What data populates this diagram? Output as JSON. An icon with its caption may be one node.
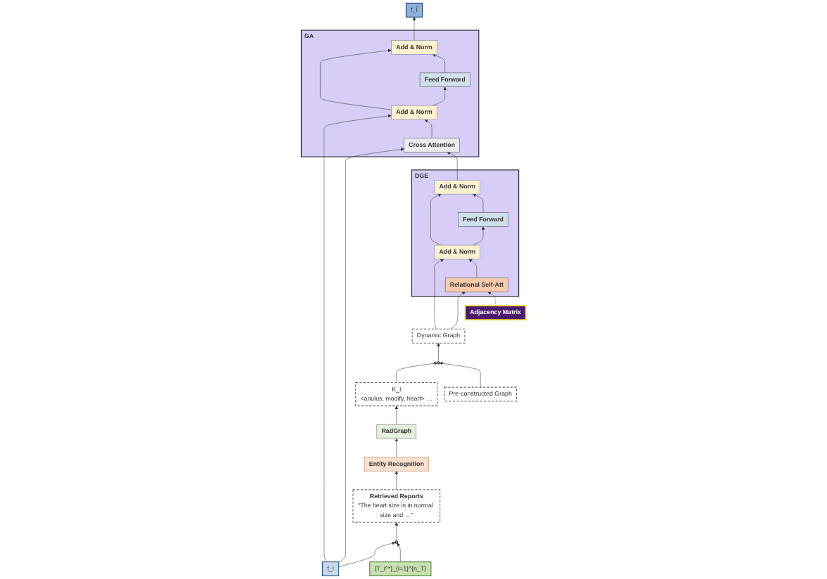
{
  "diagram": {
    "nodes": [
      {
        "text": [
          "f_Î"
        ]
      },
      {
        "text": [
          "GA"
        ]
      },
      {
        "text": [
          "Add & Norm"
        ],
        "in": 1
      },
      {
        "text": [
          "Feed Forward"
        ],
        "in": 1
      },
      {
        "text": [
          "Add & Norm"
        ],
        "in": 1
      },
      {
        "text": [
          "Cross Attention"
        ],
        "in": 1
      },
      {
        "text": [
          "DGE"
        ]
      },
      {
        "text": [
          "Add & Norm"
        ],
        "in": 6
      },
      {
        "text": [
          "Feed Forward"
        ],
        "in": 6
      },
      {
        "text": [
          "Add & Norm"
        ],
        "in": 6
      },
      {
        "text": [
          "Relational Self-Att"
        ],
        "in": 6
      },
      {
        "text": [
          "Adjacency Matrix"
        ]
      },
      {
        "text": [
          "Dynamic Graph"
        ]
      },
      {
        "text": [],
        "shape": "circle"
      },
      {
        "text": [
          "K_I",
          "<anulus, modify, heart> …"
        ]
      },
      {
        "text": [
          "f_I"
        ]
      },
      {
        "text": [
          "{T_i^*}_{i=1}^{n_T}"
        ]
      },
      {
        "text": [],
        "shape": "circle"
      },
      {
        "text": [
          "Pre-constructed Graph"
        ]
      },
      {
        "text": [
          "RadGraph"
        ]
      },
      {
        "text": [
          "Retrieved Reports",
          "“The heart size is in normal size and …”"
        ]
      },
      {
        "text": [
          "Entity Recognition"
        ]
      }
    ],
    "edges": [
      {
        "from": 15,
        "to": 5,
        "arrow": "to"
      },
      {
        "from": 15,
        "to": 4,
        "arrow": "to"
      },
      {
        "from": 7,
        "to": 5,
        "arrow": "to"
      },
      {
        "from": 5,
        "to": 4,
        "arrow": "to"
      },
      {
        "from": 4,
        "to": 3,
        "arrow": "to"
      },
      {
        "from": 4,
        "to": 2,
        "arrow": "to"
      },
      {
        "from": 3,
        "to": 2,
        "arrow": "to"
      },
      {
        "from": 2,
        "to": 0,
        "arrow": "to"
      },
      {
        "from": 12,
        "to": 10,
        "arrow": "to"
      },
      {
        "from": 12,
        "to": 9,
        "arrow": "to"
      },
      {
        "from": 10,
        "to": 9,
        "arrow": "to"
      },
      {
        "from": 9,
        "to": 8,
        "arrow": "to"
      },
      {
        "from": 9,
        "to": 7,
        "arrow": "to"
      },
      {
        "from": 8,
        "to": 7,
        "arrow": "to"
      },
      {
        "from": 11,
        "to": 10,
        "arrow": "to",
        "style": "dashed"
      },
      {
        "from": 13,
        "to": 12,
        "arrow": "to"
      },
      {
        "from": 14,
        "to": 13,
        "arrow": "to"
      },
      {
        "from": 18,
        "to": 13,
        "arrow": "to"
      },
      {
        "from": 15,
        "to": 17,
        "arrow": "to"
      },
      {
        "from": 16,
        "to": 17,
        "arrow": "to"
      },
      {
        "from": 17,
        "to": 20,
        "arrow": "to"
      },
      {
        "from": 20,
        "to": 21,
        "arrow": "to"
      },
      {
        "from": 21,
        "to": 19,
        "arrow": "to"
      },
      {
        "from": 19,
        "to": 14,
        "arrow": "to"
      }
    ]
  }
}
